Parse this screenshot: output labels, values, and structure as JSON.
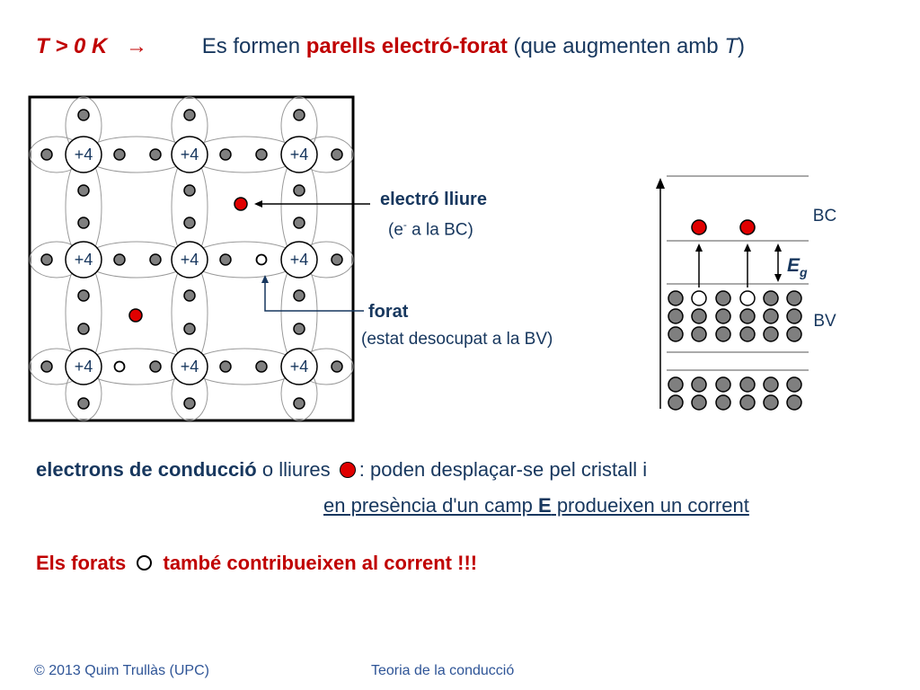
{
  "title": {
    "temp": "T > 0 K",
    "arrow": "→",
    "text_pre": "Es formen ",
    "text_bold": "parells electró-forat",
    "text_post": " (que augmenten amb ",
    "T": "T",
    "close": ")"
  },
  "lattice": {
    "ion_label": "+4"
  },
  "labels": {
    "free_electron": "electró lliure",
    "free_electron_sub_pre": "(e",
    "free_electron_sup": "-",
    "free_electron_sub_post": " a la BC)",
    "hole": "forat",
    "hole_sub": "(estat desocupat a la BV)"
  },
  "bands": {
    "bc": "BC",
    "bv": "BV",
    "eg": "E",
    "eg_sub": "g"
  },
  "body": {
    "line1_bold": "electrons de conducció",
    "line1_mid": " o lliures ",
    "line1_post": ": poden desplaçar-se pel cristall i",
    "line2_pre": "en presència d'un camp ",
    "line2_bold": "E",
    "line2_post": " produeixen un corrent",
    "line3_a": "Els forats ",
    "line3_b": " també contribueixen al corrent !!!"
  },
  "footer": {
    "left": "© 2013 Quim Trullàs (UPC)",
    "center": "Teoria de la conducció"
  },
  "colors": {
    "text": "#17375e",
    "accent": "#c00000",
    "electron": "#e00000",
    "atom_grey": "#7f7f7f"
  }
}
